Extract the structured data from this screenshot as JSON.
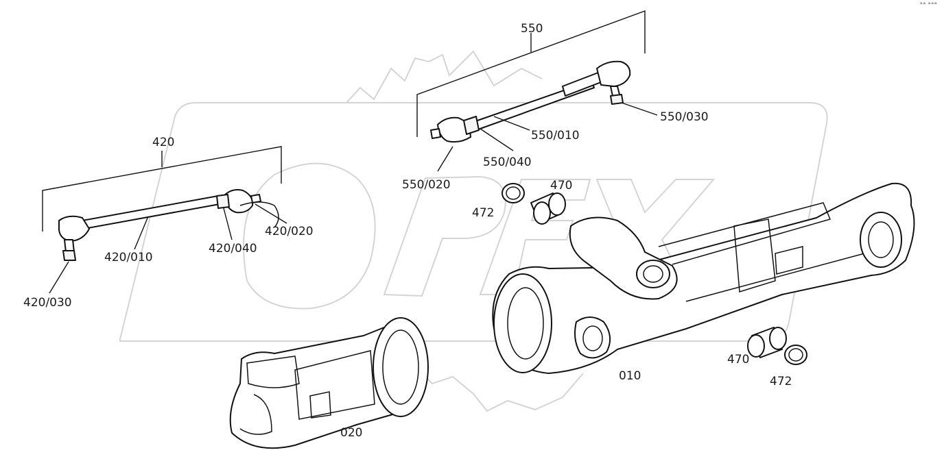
{
  "corner_mark": "°° °°°",
  "watermark": {
    "text": "OPEX",
    "color": "#d4d4d4"
  },
  "callouts": {
    "c550": "550",
    "c550_010": "550/010",
    "c550_020": "550/020",
    "c550_030": "550/030",
    "c550_040": "550/040",
    "c420": "420",
    "c420_010": "420/010",
    "c420_020": "420/020",
    "c420_030": "420/030",
    "c420_040": "420/040",
    "c470_top": "470",
    "c472_top": "472",
    "c470_bottom": "470",
    "c472_bottom": "472",
    "c010": "010",
    "c020": "020"
  }
}
